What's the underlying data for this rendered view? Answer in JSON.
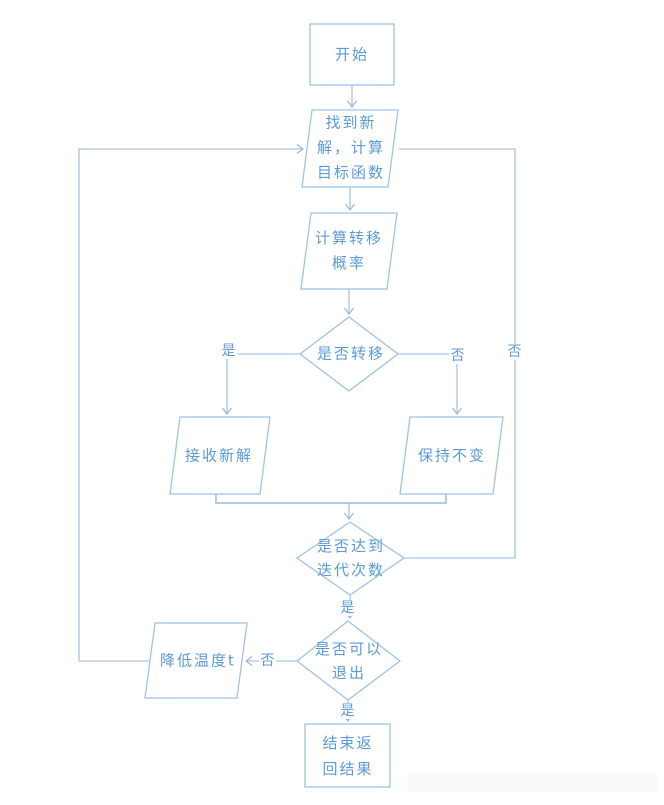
{
  "colors": {
    "shape_border": "#9dc3e6",
    "connector": "#9ab9dd",
    "merge_connector": "#aecbe8",
    "text": "#5b9bd5",
    "background": "#ffffff",
    "patch": "#fbf9f9"
  },
  "nodes": {
    "start": {
      "label": "开始",
      "shape": "rectangle"
    },
    "find_solution": {
      "label": "找到新\n解，计算\n目标函数",
      "shape": "parallelogram"
    },
    "transfer_probability": {
      "label": "计算转移\n概率",
      "shape": "parallelogram"
    },
    "transfer_decision": {
      "label": "是否转移",
      "shape": "diamond"
    },
    "accept_solution": {
      "label": "接收新解",
      "shape": "parallelogram"
    },
    "keep_unchanged": {
      "label": "保持不变",
      "shape": "parallelogram"
    },
    "iteration_decision": {
      "label": "是否达到\n迭代次数",
      "shape": "diamond"
    },
    "exit_decision": {
      "label": "是否可以\n退出",
      "shape": "diamond"
    },
    "lower_temperature": {
      "label": "降低温度t",
      "shape": "parallelogram"
    },
    "end": {
      "label": "结束返\n回结果",
      "shape": "rectangle"
    }
  },
  "edge_labels": {
    "transfer_yes": "是",
    "transfer_no": "否",
    "iteration_loop_no": "否",
    "iteration_yes": "是",
    "exit_no": "否",
    "exit_yes": "是"
  }
}
